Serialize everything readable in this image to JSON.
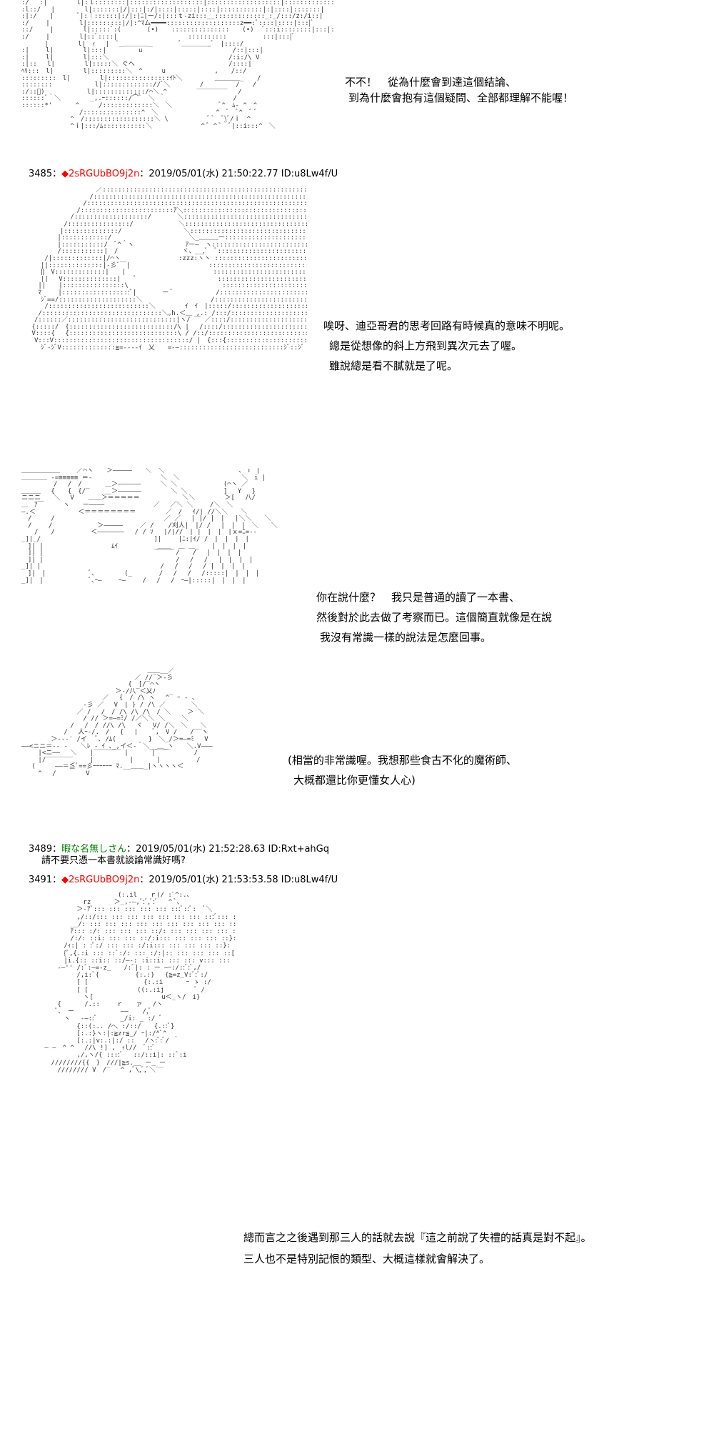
{
  "panel1": {
    "dialog": [
      "不不！　從為什麼會到達這個結論、",
      "到為什麼會抱有這個疑問、全部都理解不能喔！"
    ]
  },
  "post3485": {
    "num": "3485",
    "sep": "：",
    "trip": "◆2sRGUbBO9j2n",
    "meta": "：2019/05/01(水) 21:50:22.77 ID:u8Lw4f/U"
  },
  "panel2": {
    "dialog": [
      "唉呀、迪亞哥君的思考回路有時候真的意味不明呢。",
      "總是從想像的斜上方飛到異次元去了喔。",
      "雖說總是看不膩就是了呢。"
    ]
  },
  "panel3": {
    "dialog": [
      "你在說什麼？　我只是普通的讀了一本書、",
      "然後對於此去做了考察而已。這個簡直就像是在說",
      "我沒有常識一樣的說法是怎麼回事。"
    ]
  },
  "panel4": {
    "dialog": [
      "(相當的非常識喔。我想那些食古不化的魔術師、",
      "大概都還比你更懂女人心)"
    ]
  },
  "post3489": {
    "num": "3489",
    "sep": "：",
    "name": "暇な名無しさん",
    "meta": "：2019/05/01(水) 21:52:28.63 ID:Rxt+ahGq",
    "body": "請不要只憑一本書就談論常識好嗎?"
  },
  "post3491": {
    "num": "3491",
    "sep": "：",
    "trip": "◆2sRGUbBO9j2n",
    "meta": "：2019/05/01(水) 21:53:53.58 ID:u8Lw4f/U"
  },
  "panel5": {
    "dialog": [
      "總而言之之後遇到那三人的話就去說『這之前說了失禮的話真是對不起』。",
      "三人也不是特別記恨的類型、大概這樣就會解決了。"
    ]
  }
}
